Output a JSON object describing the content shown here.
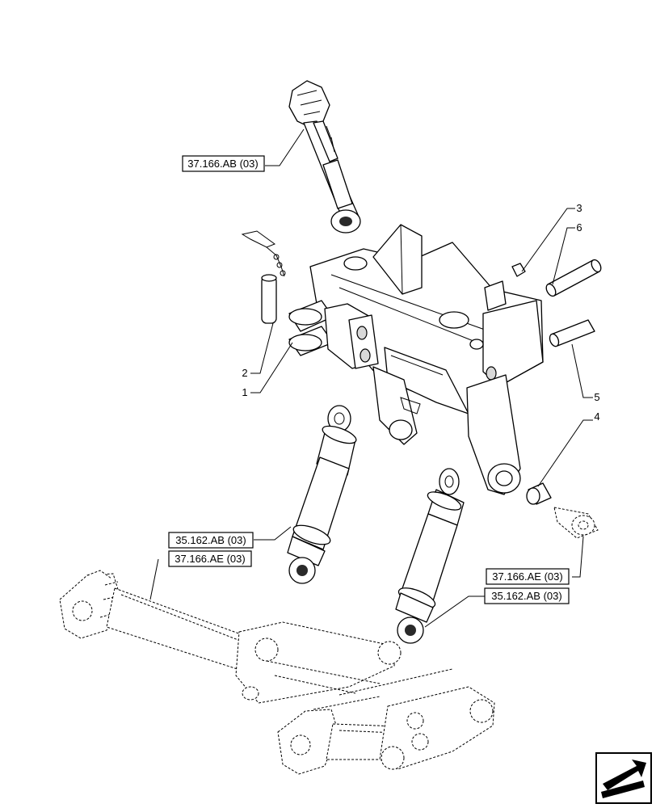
{
  "references": {
    "top_link": "37.166.AB (03)",
    "left_cylinder": "35.162.AB (03)",
    "left_lower_link": "37.166.AE (03)",
    "right_lower_link": "37.166.AE (03)",
    "right_cylinder": "35.162.AB (03)"
  },
  "callouts": [
    "1",
    "2",
    "3",
    "4",
    "5",
    "6"
  ]
}
